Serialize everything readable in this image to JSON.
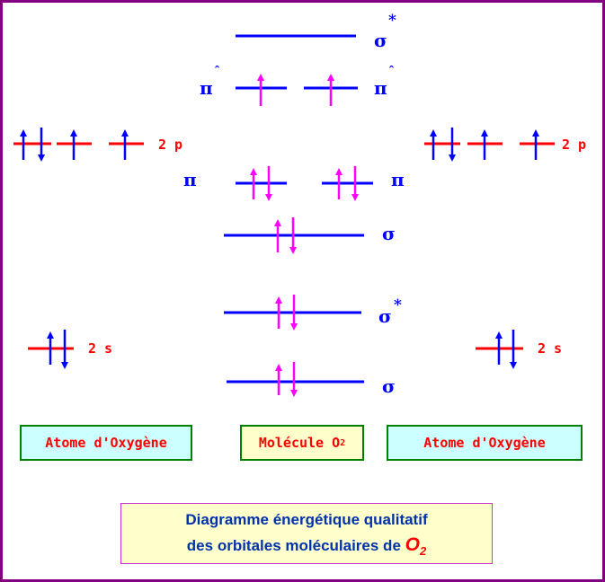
{
  "colors": {
    "frame": "#800080",
    "atomic_level": "#ff0000",
    "molecular_level": "#0000ff",
    "atomic_electron": "#0000ff",
    "molecular_electron": "#ff00ff",
    "box_border": "#008000",
    "atom_box_fill": "#ccffff",
    "molecule_box_fill": "#ffffcc",
    "caption_text": "#0033aa"
  },
  "icons": {
    "electron_up": "arrow-up",
    "electron_down": "arrow-down"
  },
  "symbols": {
    "sigma": "σ",
    "pi": "π",
    "star": "*",
    "hat": "ˆ"
  },
  "atomic_labels": {
    "left_2p": "2 p",
    "right_2p": "2 p",
    "left_2s": "2 s",
    "right_2s": "2 s"
  },
  "molecular_orbitals": [
    {
      "id": "sigma-star-2p",
      "symbol": "σ",
      "mark": "*",
      "electrons": 0
    },
    {
      "id": "pi-star-2p",
      "symbol": "π",
      "mark": "ˆ",
      "electrons": 2
    },
    {
      "id": "pi-2p",
      "symbol": "π",
      "mark": "",
      "electrons": 4
    },
    {
      "id": "sigma-2p",
      "symbol": "σ",
      "mark": "",
      "electrons": 2
    },
    {
      "id": "sigma-star-2s",
      "symbol": "σ",
      "mark": "*",
      "electrons": 2
    },
    {
      "id": "sigma-2s",
      "symbol": "σ",
      "mark": "",
      "electrons": 2
    }
  ],
  "boxes": {
    "left_atom": "Atome d'Oxygène",
    "molecule_prefix": "Molécule O",
    "molecule_sub": "2",
    "right_atom": "Atome d'Oxygène"
  },
  "caption": {
    "line1": "Diagramme énergétique qualitatif",
    "line2_prefix": "des orbitales moléculaires de ",
    "line2_formula": "O",
    "line2_sub": "2"
  }
}
